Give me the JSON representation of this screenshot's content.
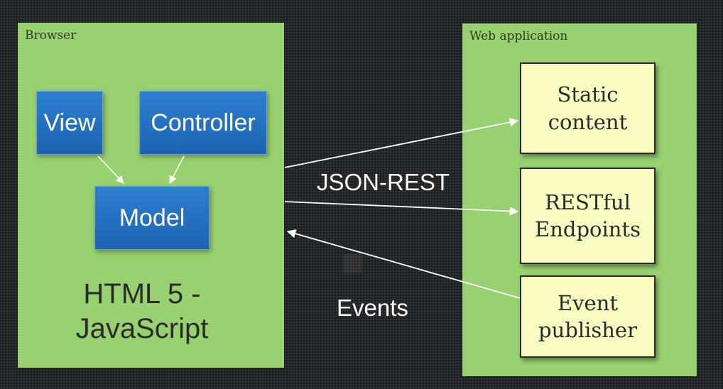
{
  "browser": {
    "label": "Browser",
    "view": "View",
    "controller": "Controller",
    "model": "Model",
    "caption_line1": "HTML 5 -",
    "caption_line2": "JavaScript"
  },
  "web_app": {
    "label": "Web application",
    "static_line1": "Static",
    "static_line2": "content",
    "rest_line1": "RESTful",
    "rest_line2": "Endpoints",
    "event_line1": "Event",
    "event_line2": "publisher"
  },
  "connections": {
    "json_rest": "JSON-REST",
    "events": "Events"
  },
  "colors": {
    "panel_green": "#98d16f",
    "mvc_blue": "#1d63b2",
    "server_box": "#fafcc2",
    "background": "#26292b"
  }
}
